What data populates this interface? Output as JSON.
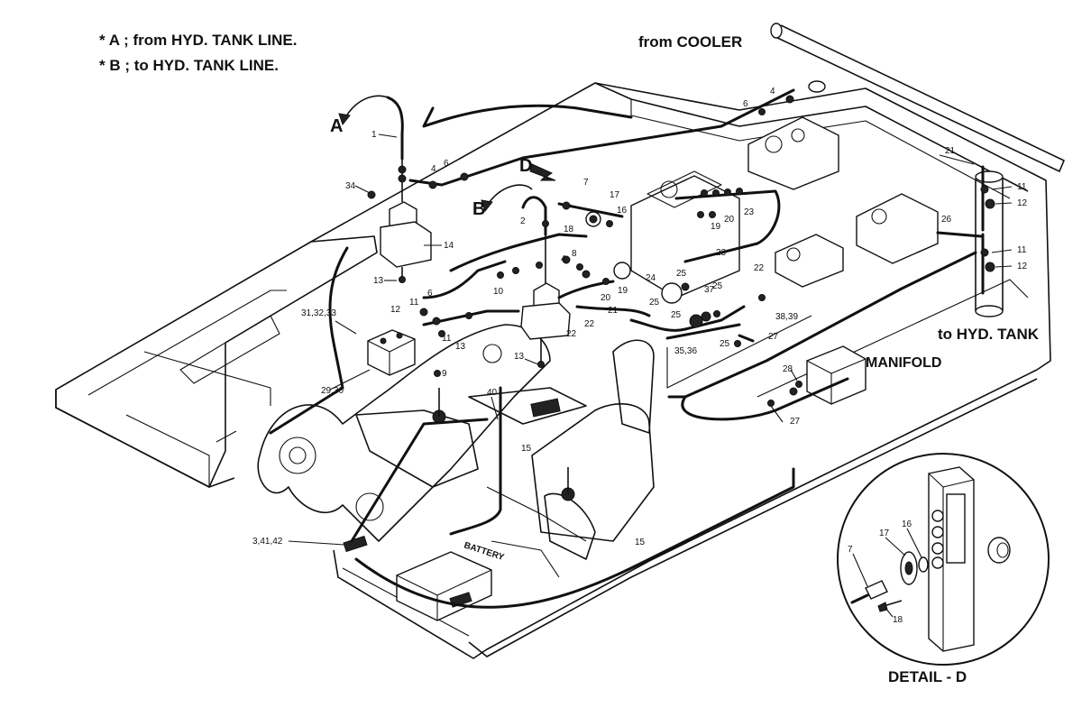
{
  "notes": {
    "a": "* A ; from HYD. TANK LINE.",
    "b": "* B ; to HYD. TANK LINE."
  },
  "labels": {
    "from_cooler": "from COOLER",
    "to_hyd_tank": "to HYD. TANK",
    "manifold": "MANIFOLD",
    "battery": "BATTERY",
    "detail_caption": "DETAIL - D",
    "tag_a": "A",
    "tag_b": "B",
    "tag_d": "D"
  },
  "parts": {
    "p1": "1",
    "p2": "2",
    "p4a": "4",
    "p4b": "4",
    "p4c": "4",
    "p6a": "6",
    "p6b": "6",
    "p6c": "6",
    "p7": "7",
    "p8": "8",
    "p9": "9",
    "p10": "10",
    "p11a": "11",
    "p11b": "11",
    "p11c": "11",
    "p11d": "11",
    "p12a": "12",
    "p12b": "12",
    "p12c": "12",
    "p13a": "13",
    "p13b": "13",
    "p13c": "13",
    "p14": "14",
    "p15a": "15",
    "p15b": "15",
    "p16": "16",
    "p17": "17",
    "p18": "18",
    "p19a": "19",
    "p19b": "19",
    "p20a": "20",
    "p20b": "20",
    "p21a": "21",
    "p21b": "21",
    "p22a": "22",
    "p22b": "22",
    "p23a": "23",
    "p23b": "23",
    "p24": "24",
    "p25a": "25",
    "p25b": "25",
    "p25c": "25",
    "p25d": "25",
    "p25e": "25",
    "p26": "26",
    "p27a": "27",
    "p27b": "27",
    "p28": "28",
    "p29_30": "29,30",
    "p31_33": "31,32,33",
    "p34": "34",
    "p35_36": "35,36",
    "p37": "37",
    "p38_39": "38,39",
    "p40": "40",
    "p3_41_42": "3,41,42",
    "d7": "7",
    "d17": "17",
    "d16": "16",
    "d18": "18"
  }
}
